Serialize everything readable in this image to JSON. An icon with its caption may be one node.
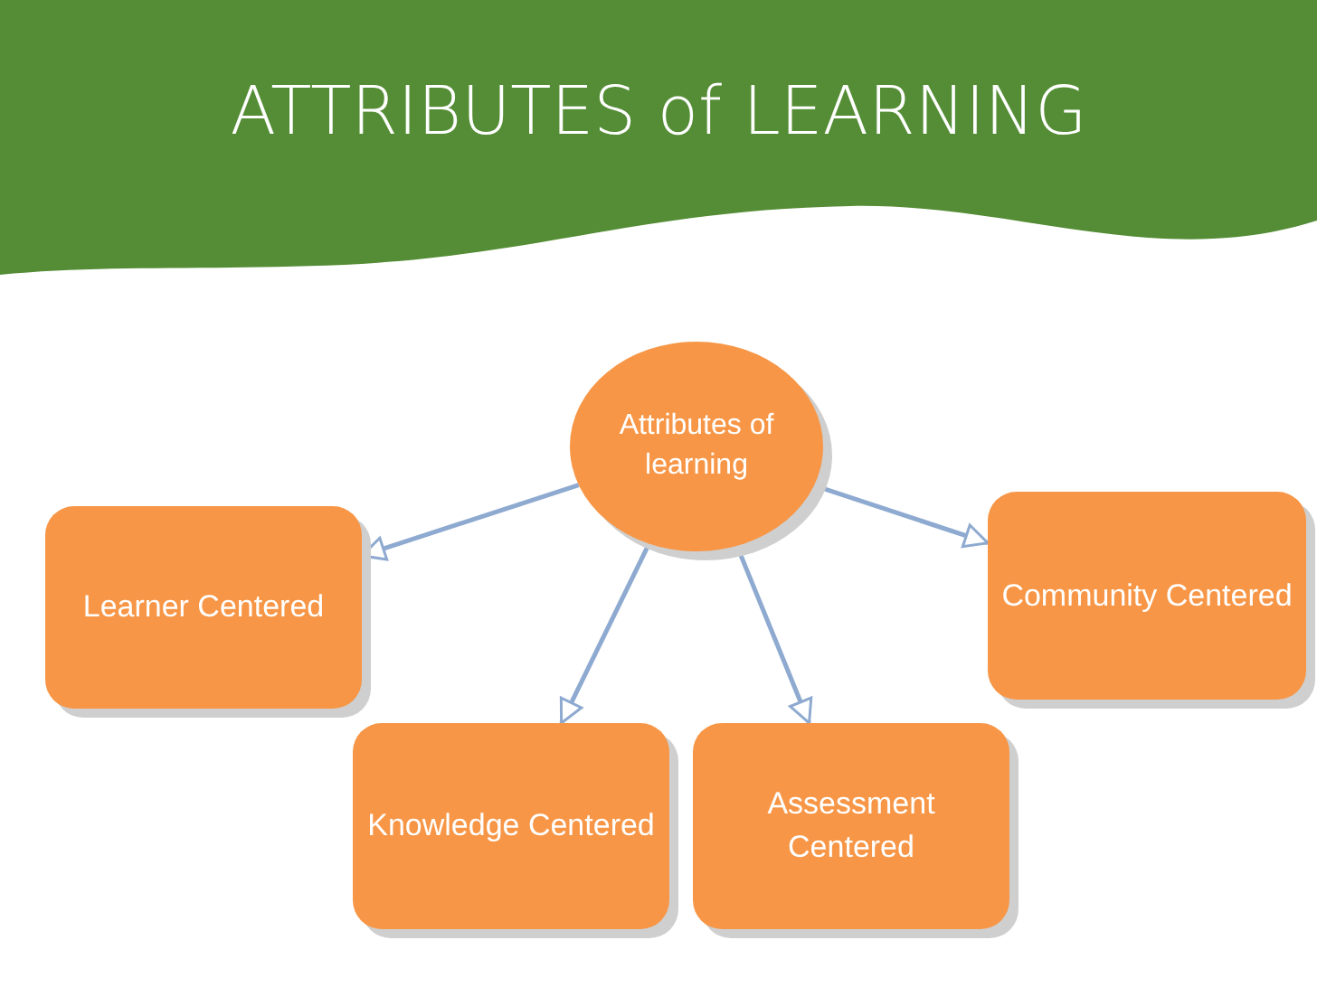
{
  "diagram": {
    "title": "ATTRIBUTES of LEARNING",
    "nodes": [
      {
        "text": [
          "Attributes of learning"
        ]
      },
      {
        "text": [
          "Learner Centered"
        ]
      },
      {
        "text": [
          "Knowledge Centered"
        ]
      },
      {
        "text": [
          "Assessment Centered"
        ]
      },
      {
        "text": [
          "Community Centered"
        ]
      }
    ],
    "edges": [
      {
        "from": 0,
        "to": 1,
        "arrow": "to"
      },
      {
        "from": 0,
        "to": 2,
        "arrow": "to"
      },
      {
        "from": 0,
        "to": 3,
        "arrow": "to"
      },
      {
        "from": 0,
        "to": 4,
        "arrow": "to"
      }
    ]
  }
}
